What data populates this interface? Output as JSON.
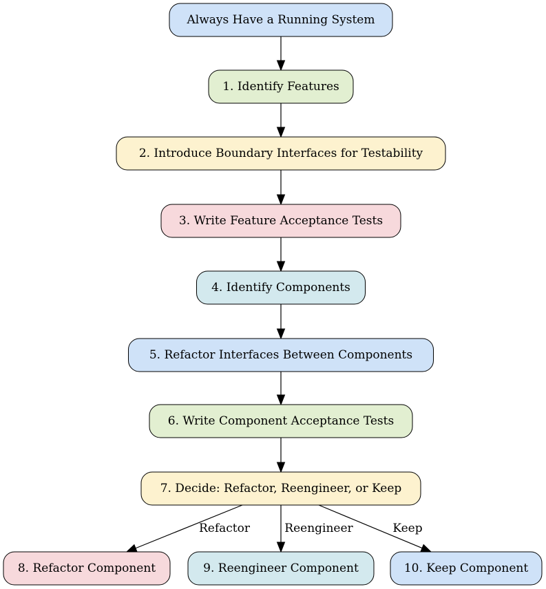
{
  "nodes": [
    {
      "id": "start",
      "label": "Always Have a Running System",
      "fill": "#cfe2f8"
    },
    {
      "id": "step1",
      "label": "1. Identify Features",
      "fill": "#e2efd1"
    },
    {
      "id": "step2",
      "label": "2. Introduce Boundary Interfaces for Testability",
      "fill": "#fdf2cf"
    },
    {
      "id": "step3",
      "label": "3. Write Feature Acceptance Tests",
      "fill": "#f7d9dc"
    },
    {
      "id": "step4",
      "label": "4. Identify Components",
      "fill": "#d3e9ee"
    },
    {
      "id": "step5",
      "label": "5. Refactor Interfaces Between Components",
      "fill": "#cfe2f8"
    },
    {
      "id": "step6",
      "label": "6. Write Component Acceptance Tests",
      "fill": "#e2efd1"
    },
    {
      "id": "step7",
      "label": "7. Decide: Refactor, Reengineer, or Keep",
      "fill": "#fdf2cf"
    },
    {
      "id": "step8",
      "label": "8. Refactor Component",
      "fill": "#f7d9dc"
    },
    {
      "id": "step9",
      "label": "9. Reengineer Component",
      "fill": "#d3e9ee"
    },
    {
      "id": "step10",
      "label": "10. Keep Component",
      "fill": "#cfe2f8"
    }
  ],
  "edges": [
    {
      "from": "start",
      "to": "step1",
      "label": ""
    },
    {
      "from": "step1",
      "to": "step2",
      "label": ""
    },
    {
      "from": "step2",
      "to": "step3",
      "label": ""
    },
    {
      "from": "step3",
      "to": "step4",
      "label": ""
    },
    {
      "from": "step4",
      "to": "step5",
      "label": ""
    },
    {
      "from": "step5",
      "to": "step6",
      "label": ""
    },
    {
      "from": "step6",
      "to": "step7",
      "label": ""
    },
    {
      "from": "step7",
      "to": "step8",
      "label": "Refactor"
    },
    {
      "from": "step7",
      "to": "step9",
      "label": "Reengineer"
    },
    {
      "from": "step7",
      "to": "step10",
      "label": "Keep"
    }
  ]
}
